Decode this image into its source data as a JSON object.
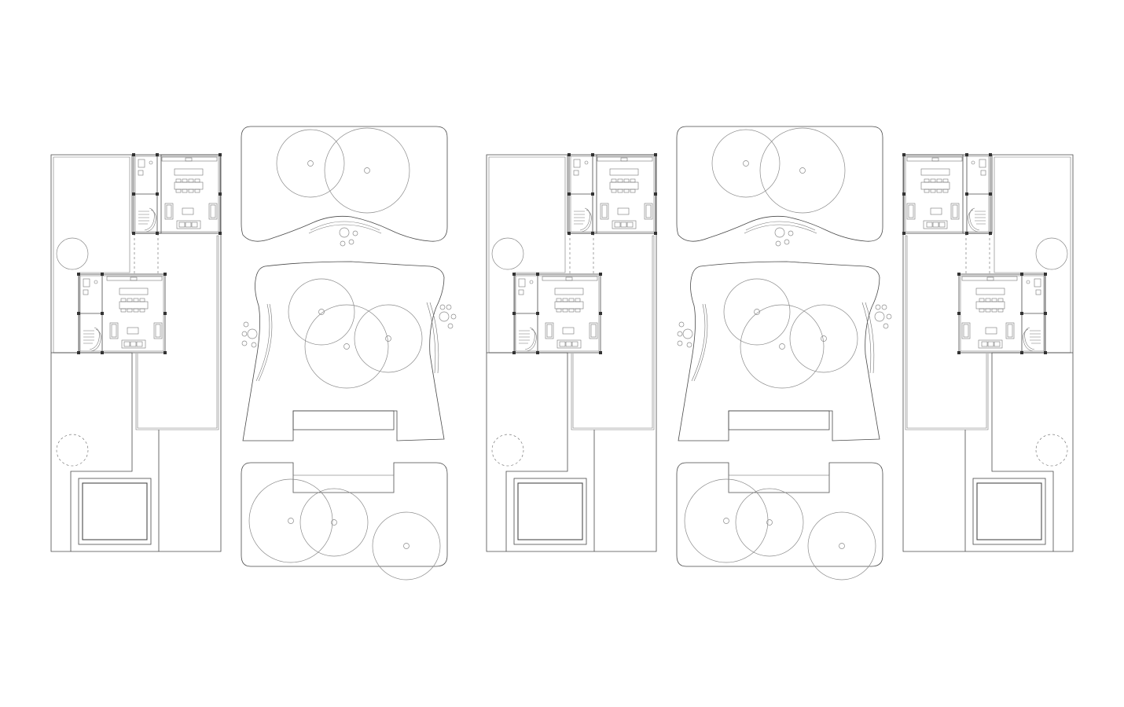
{
  "drawing": {
    "type": "architectural-site-plan",
    "units_shown": 3,
    "garden_zones_shown": 2,
    "colors": {
      "background": "#ffffff",
      "line": "#4a4a4a",
      "light_line": "#777777",
      "tree": "#8a8a8a"
    },
    "icons": [
      "tree-canopy-icon",
      "column-icon",
      "stair-icon",
      "furniture-icon",
      "shrub-cluster-icon",
      "pool-icon"
    ]
  }
}
